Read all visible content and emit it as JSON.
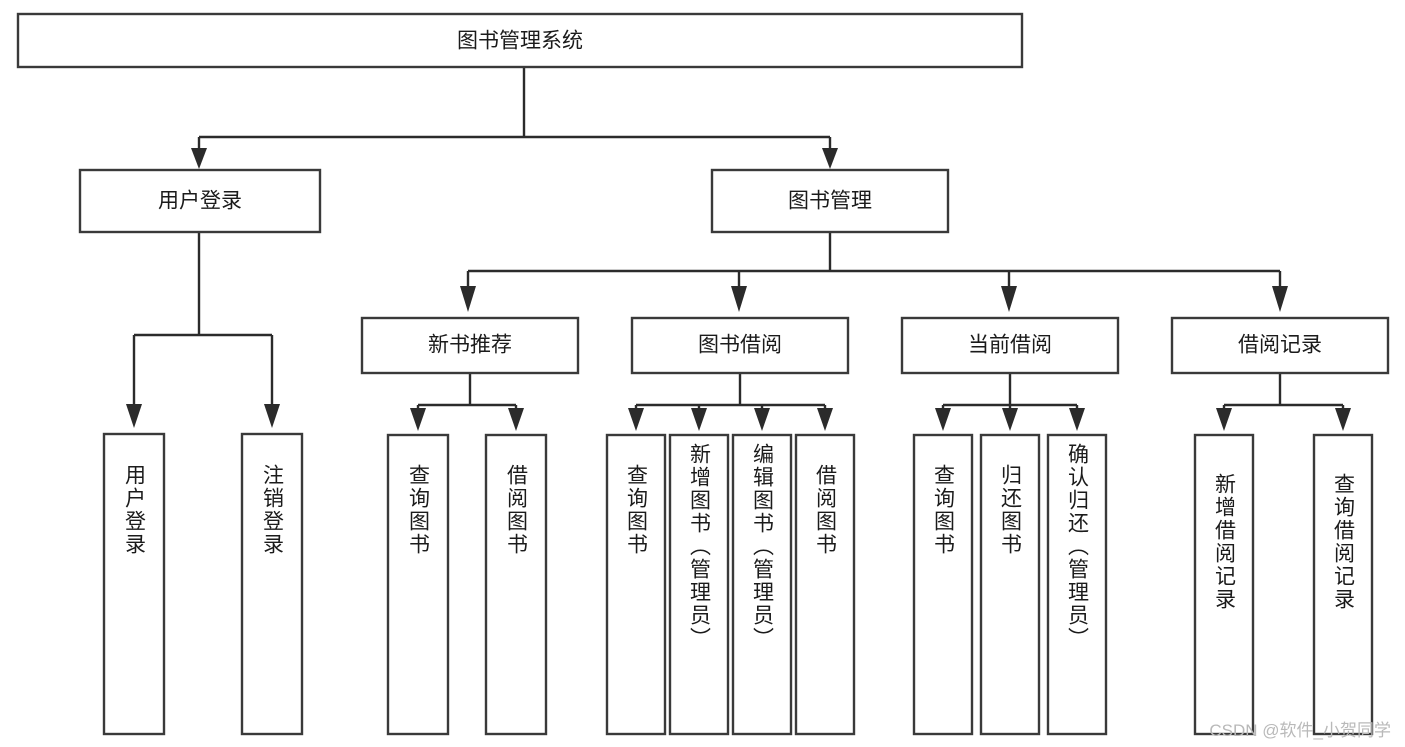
{
  "diagram": {
    "type": "tree-hierarchy",
    "title": "图书管理系统",
    "orientation": "top-down",
    "colors": {
      "background": "#ffffff",
      "node_fill": "#ffffff",
      "node_stroke": "#3a3a3a",
      "edge_stroke": "#2b2b2b",
      "label_text": "#1b1b1b",
      "watermark_text": "#b9b9b9"
    },
    "root": {
      "label": "图书管理系统"
    },
    "level2": [
      {
        "label": "用户登录"
      },
      {
        "label": "图书管理"
      }
    ],
    "level3": [
      {
        "label": "新书推荐"
      },
      {
        "label": "图书借阅"
      },
      {
        "label": "当前借阅"
      },
      {
        "label": "借阅记录"
      }
    ],
    "leaves": {
      "user_login": [
        {
          "label": "用户登录"
        },
        {
          "label": "注销登录"
        }
      ],
      "new_book_recommend": [
        {
          "label": "查询图书"
        },
        {
          "label": "借阅图书"
        }
      ],
      "book_borrow": [
        {
          "label": "查询图书"
        },
        {
          "label": "新增图书（管理员）"
        },
        {
          "label": "编辑图书（管理员）"
        },
        {
          "label": "借阅图书"
        }
      ],
      "current_borrow": [
        {
          "label": "查询图书"
        },
        {
          "label": "归还图书"
        },
        {
          "label": "确认归还（管理员）"
        }
      ],
      "borrow_record": [
        {
          "label": "新增借阅记录"
        },
        {
          "label": "查询借阅记录"
        }
      ]
    },
    "watermark": "CSDN @软件_小贺同学"
  }
}
